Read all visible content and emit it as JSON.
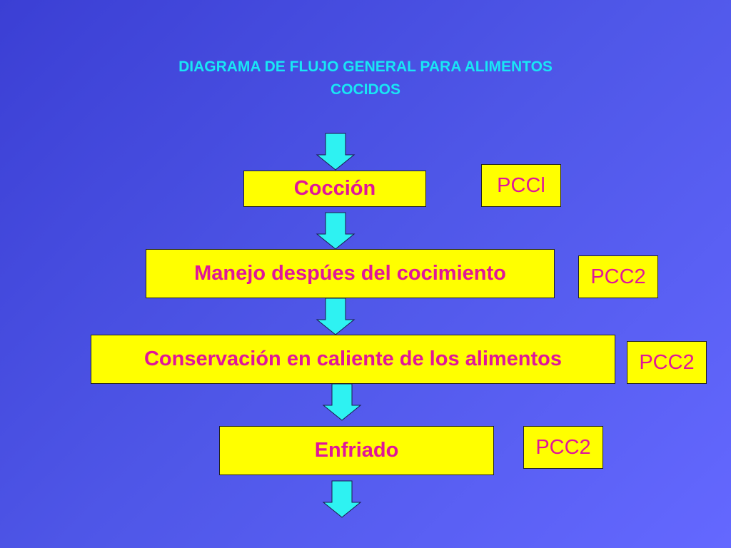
{
  "title": {
    "line1": "DIAGRAMA DE FLUJO GENERAL PARA ALIMENTOS",
    "line2": "COCIDOS"
  },
  "steps": [
    {
      "label": "Cocción",
      "pcc": "PCCl"
    },
    {
      "label": "Manejo despúes del cocimiento",
      "pcc": "PCC2"
    },
    {
      "label": "Conservación en caliente de los alimentos",
      "pcc": "PCC2"
    },
    {
      "label": "Enfriado",
      "pcc": "PCC2"
    }
  ],
  "colors": {
    "background": "#4f57e8",
    "title": "#19e6f5",
    "box_fill": "#ffff00",
    "box_text": "#e0169a",
    "arrow_fill": "#2ef2f2"
  },
  "icons": {
    "flow_arrow": "arrow-down-icon"
  }
}
